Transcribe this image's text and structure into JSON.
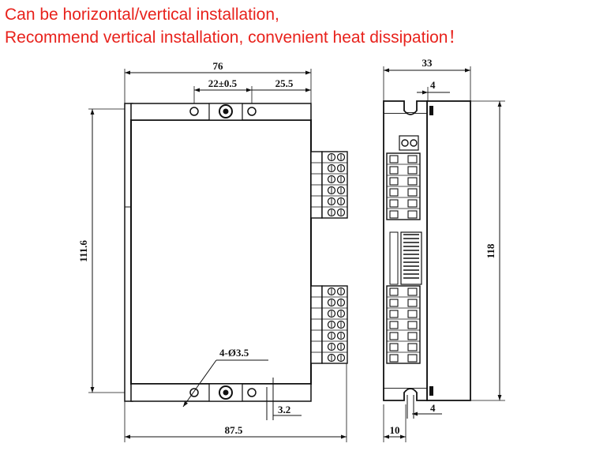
{
  "heading": {
    "line1": "Can be horizontal/vertical installation,",
    "line2": "Recommend vertical installation, convenient heat dissipation！",
    "color": "#e8221c"
  },
  "front_view": {
    "width_top": "76",
    "hole_spacing": "22±0.5",
    "hole_to_edge": "25.5",
    "height": "111.6",
    "hole_spec": "4-Ø3.5",
    "hole_offset": "3.2",
    "total_width": "87.5"
  },
  "side_view": {
    "depth": "33",
    "slot_top": "4",
    "height": "118",
    "slot_bottom": "4",
    "flange": "10"
  }
}
